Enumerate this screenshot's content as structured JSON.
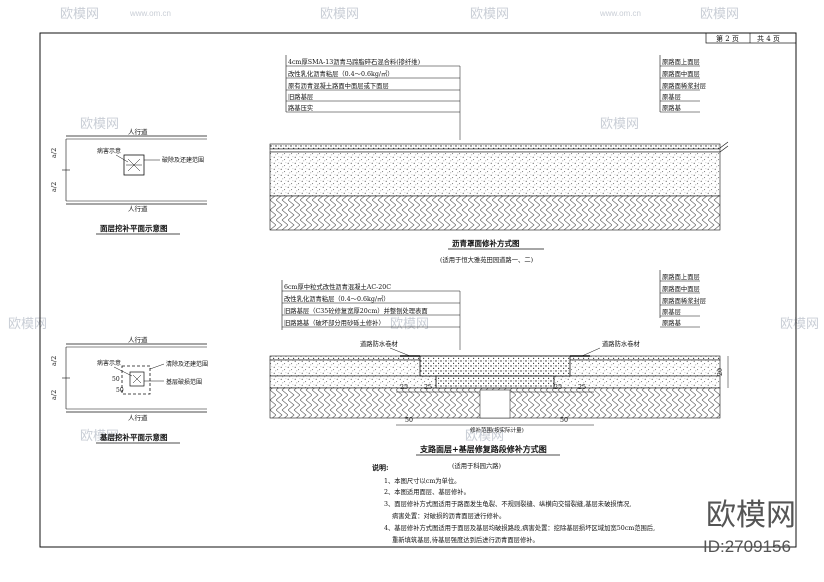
{
  "sheet": {
    "page": "第 2 页",
    "total": "共 4 页"
  },
  "watermark": {
    "brand": "欧模网",
    "url": "www.om.cn",
    "big_brand": "欧模网",
    "id": "ID:2709156"
  },
  "top_section": {
    "layers": [
      "4cm厚SMA-13沥青马蹄脂碎石混合料(掺纤维)",
      "改性乳化沥青粘层（0.4～0.6kg/㎡）",
      "原有沥青混凝土路面中面层或下面层",
      "旧路基层",
      "路基压实"
    ],
    "right_labels": [
      "原路面上面层",
      "原路面中面层",
      "原路面稀浆封层",
      "原基层",
      "原路基"
    ],
    "caption": "沥青罩面修补方式图",
    "subcaption": "(适用于恒大雅苑田园道路一、二)"
  },
  "mid_section": {
    "layers": [
      "6cm厚中粒式改性沥青混凝土AC-20C",
      "改性乳化沥青粘层（0.4～0.6kg/㎡）",
      "旧路基层（C35砼修复宽厚20cm）并整刨处理表面",
      "旧路路基（破坏部分用砂砾土修补）"
    ],
    "right_labels": [
      "原路面上面层",
      "原路面中面层",
      "原路面稀浆封层",
      "原基层",
      "原路基"
    ],
    "left_tag": "道路防水卷材",
    "right_tag": "道路防水卷材",
    "dims_left": [
      "25",
      "25"
    ],
    "dims_right": [
      "25",
      "25"
    ],
    "dim_height": "20",
    "dim_width_left": "50",
    "dim_width_right": "50",
    "dim_note": "修补范围(按实际计量)",
    "caption": "支路面层+基层修复路段修补方式图",
    "subcaption": "(适用于科园六路)"
  },
  "left_top": {
    "walkway_top": "人行道",
    "walkway_bottom": "人行道",
    "dim_a": "a/2",
    "dim_b": "a/2",
    "disease_label": "病害示意",
    "range_label": "破除及还建范围",
    "caption": "面层挖补平面示意图"
  },
  "left_bottom": {
    "walkway_top": "人行道",
    "walkway_bottom": "人行道",
    "dim_a": "a/2",
    "dim_b": "a/2",
    "disease_label": "病害示意",
    "range_label1": "清除及还建范围",
    "range_label2": "基层破损范围",
    "dim_50a": "50",
    "dim_50b": "50",
    "caption": "基层挖补平面示意图"
  },
  "notes": {
    "title": "说明:",
    "items": [
      "1、本图尺寸以cm为单位。",
      "2、本图适用面层、基层修补。",
      "3、面层修补方式图适用于路面发生龟裂、不规则裂缝、纵横向交错裂缝,基层未破损情况,",
      "病害处置：对破损的沥青面层进行修补。",
      "4、基层修补方式图适用于面层及基层均破损路段,病害处置：挖除基层损坏区域加宽50cm范围后,",
      "重新填筑基层,待基层强度达到后进行沥青面层修补。"
    ]
  }
}
